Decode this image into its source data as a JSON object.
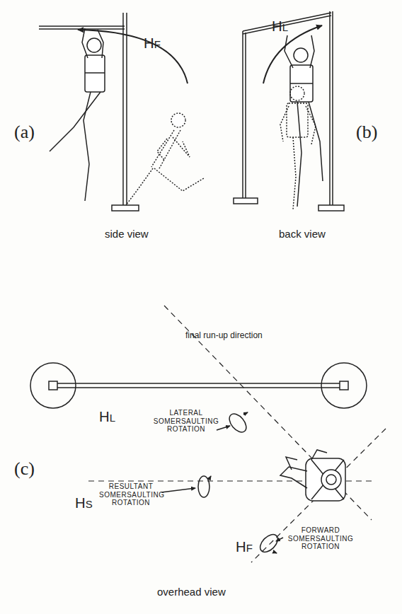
{
  "diagram": {
    "labels": [
      "HF",
      "(a)",
      "HL",
      "(b)",
      "side view",
      "back view",
      "final run-up direction",
      "HL",
      "LATERAL SOMERSAULTING ROTATION",
      "(c)",
      "RESULTANT SOMERSAULTING ROTATION",
      "HS",
      "HF",
      "FORWARD SOMERSAULTING ROTATION",
      "overhead view"
    ]
  }
}
